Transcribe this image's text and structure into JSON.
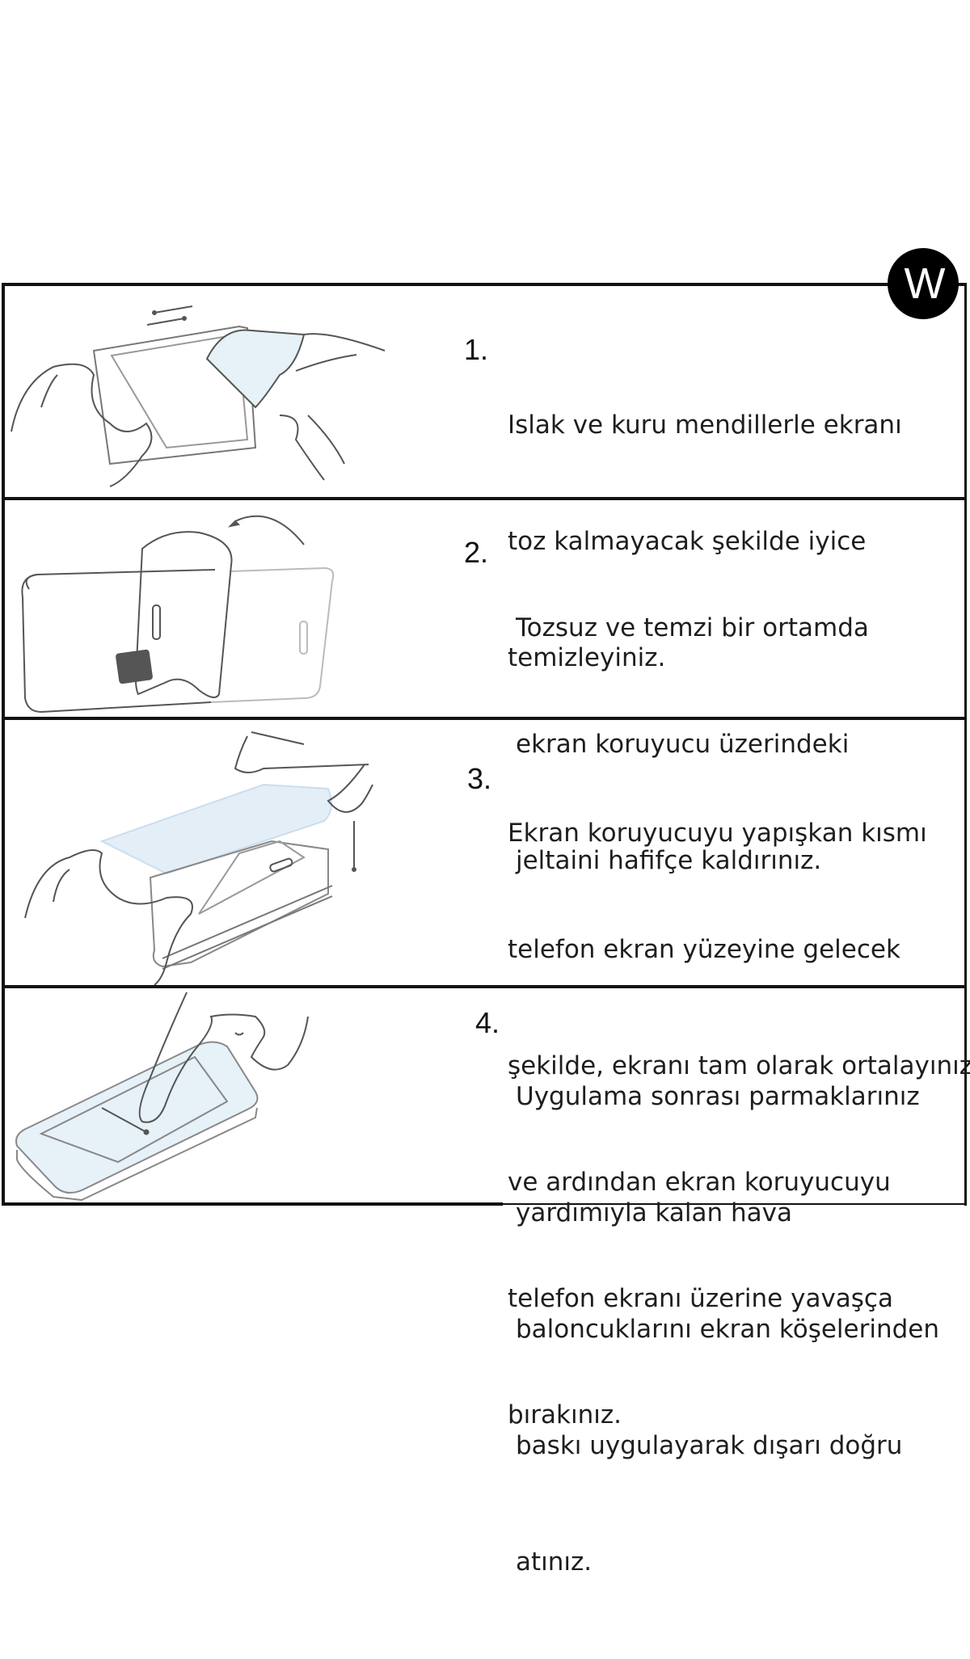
{
  "logo": {
    "letter": "W"
  },
  "steps": [
    {
      "number": "1.",
      "lines": [
        "Islak ve kuru mendillerle ekranı",
        "toz kalmayacak şekilde iyice",
        "temizleyiniz."
      ],
      "illustration": "hands-wiping-phone-screen-with-cloth"
    },
    {
      "number": "2.",
      "lines": [
        "Tozsuz ve temzi bir ortamda",
        "ekran koruyucu üzerindeki",
        "jeltaini hafifçe kaldırınız."
      ],
      "illustration": "peeling-protective-film"
    },
    {
      "number": "3.",
      "lines": [
        "Ekran koruyucuyu yapışkan kısmı",
        "telefon ekran yüzeyine gelecek",
        "şekilde, ekranı tam olarak ortalayınız",
        "ve ardından ekran koruyucuyu",
        "telefon ekranı üzerine yavaşça",
        "bırakınız."
      ],
      "illustration": "placing-protector-on-phone"
    },
    {
      "number": "4.",
      "lines": [
        "Uygulama sonrası parmaklarınız",
        "yardımıyla kalan hava",
        "baloncuklarını ekran köşelerinden",
        "baskı uygulayarak dışarı doğru",
        "atınız."
      ],
      "illustration": "finger-pressing-out-bubbles"
    }
  ],
  "colors": {
    "border": "#111111",
    "film_tint": "#e6f1f8",
    "tab": "#555555"
  }
}
